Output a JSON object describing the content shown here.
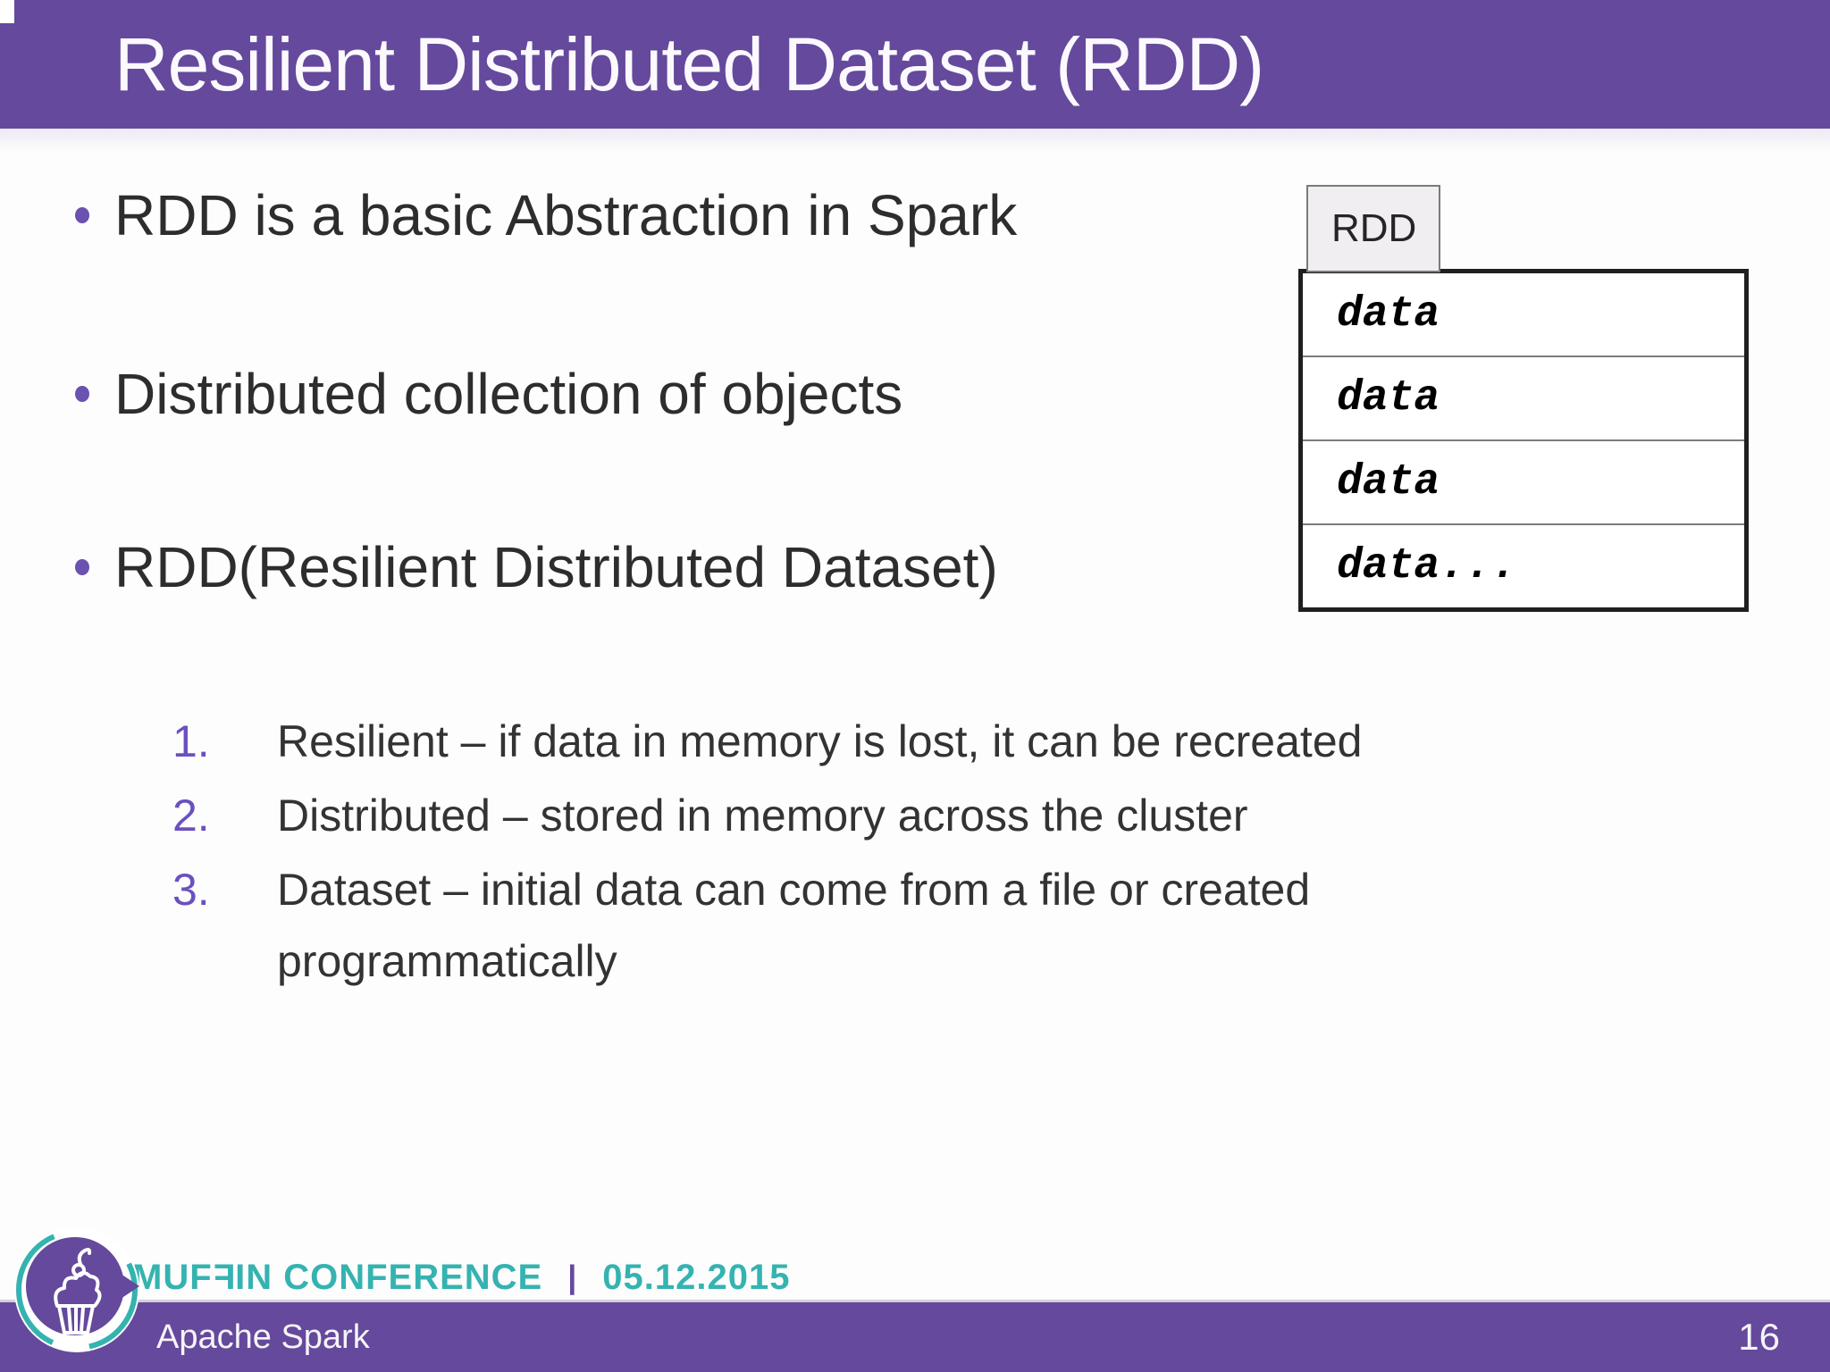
{
  "slide": {
    "title": "Resilient Distributed Dataset (RDD)",
    "page_number": "16",
    "footer_topic": "Apache Spark"
  },
  "bullets": [
    "RDD is a basic Abstraction in Spark",
    "Distributed collection of objects",
    "RDD(Resilient Distributed Dataset)"
  ],
  "numbered_list": [
    {
      "num": "1.",
      "text": "Resilient – if data in memory is lost, it can be recreated"
    },
    {
      "num": "2.",
      "text": "Distributed – stored in memory across the cluster"
    },
    {
      "num": "3.",
      "text": "Dataset – initial data can come from a file or created programmatically"
    }
  ],
  "diagram": {
    "tab_label": "RDD",
    "rows": [
      "data",
      "data",
      "data",
      "data..."
    ]
  },
  "footer": {
    "brand_prefix": "MUF",
    "brand_mirrored_letter": "F",
    "brand_suffix": "IN CONFERENCE",
    "separator": "|",
    "date": "05.12.2015"
  },
  "colors": {
    "header_purple": "#65499C",
    "bullet_purple": "#6A52B0",
    "number_purple": "#6B50C0",
    "brand_teal": "#35B3B0",
    "text_dark": "#2D2D2D",
    "title_white": "#FBF9FD"
  }
}
